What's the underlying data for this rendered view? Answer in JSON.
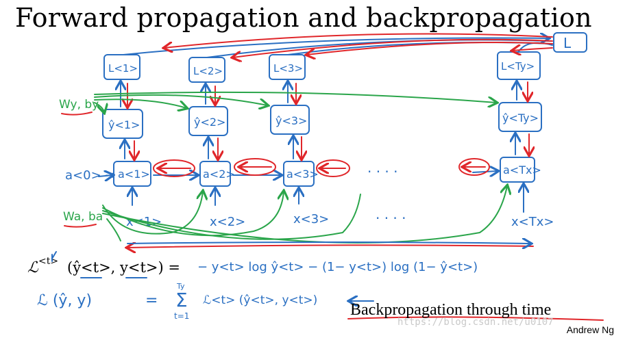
{
  "title": "Forward propagation and backpropagation",
  "subtitle": "Backpropagation through time",
  "author": "Andrew Ng",
  "watermark": "https://blog.csdn.net/u0107",
  "colors": {
    "forward": "#2a6fc2",
    "backward": "#e0262a",
    "shared_params": "#2aa54a",
    "text": "#000000"
  },
  "diagram": {
    "loss_total": "L",
    "losses": [
      "L<1>",
      "L<2>",
      "L<3>",
      "L<Ty>"
    ],
    "predictions": [
      "ŷ<1>",
      "ŷ<2>",
      "ŷ<3>",
      "ŷ<Ty>"
    ],
    "activations": [
      "a<1>",
      "a<2>",
      "a<3>",
      "a<Tx>"
    ],
    "initial_activation": "a<0> →",
    "inputs": [
      "x<1>",
      "x<2>",
      "x<3>",
      "x<Tx>"
    ],
    "ellipsis": "· · · ·",
    "param_wy": "Wy, by",
    "param_wa": "Wa, ba"
  },
  "equations": {
    "loss_step_lhs_L": "ℒ",
    "loss_step_lhs_sup": "<t>",
    "loss_step_lhs_args": "(ŷ<t>, y<t>) =",
    "loss_step_rhs": "− y<t> log ŷ<t> − (1− y<t>) log (1− ŷ<t>)",
    "loss_total_lhs": "ℒ (ŷ, y)",
    "loss_total_eq": "=",
    "sum_symbol": "Σ",
    "sum_top": "Ty",
    "sum_bottom": "t=1",
    "loss_total_rhs": "ℒ<t> (ŷ<t>, y<t>)"
  }
}
